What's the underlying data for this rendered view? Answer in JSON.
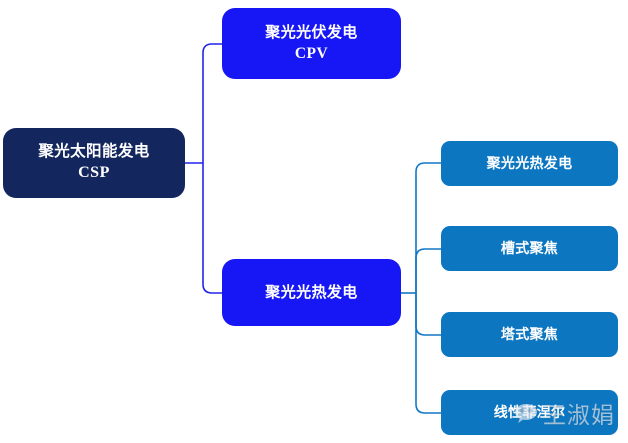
{
  "diagram": {
    "root": {
      "cn": "聚光太阳能发电",
      "en": "CSP",
      "color": "#13265E"
    },
    "level2": [
      {
        "cn": "聚光光伏发电",
        "en": "CPV",
        "color": "#1717F5"
      },
      {
        "cn": "聚光光热发电",
        "en": "",
        "color": "#1717F5"
      }
    ],
    "level3": [
      {
        "cn": "聚光光热发电",
        "color": "#0D76C0"
      },
      {
        "cn": "槽式聚焦",
        "color": "#0D76C0"
      },
      {
        "cn": "塔式聚焦",
        "color": "#0D76C0"
      },
      {
        "cn": "线性菲涅尔",
        "color": "#0D76C0"
      }
    ],
    "connector_colors": {
      "left": "#2323E8",
      "right": "#1277C4"
    },
    "background": "#FFFFFF"
  },
  "watermark": {
    "text": "王淑娟",
    "icon": "speech-bubble-icon",
    "color": "#D9DDE2"
  }
}
